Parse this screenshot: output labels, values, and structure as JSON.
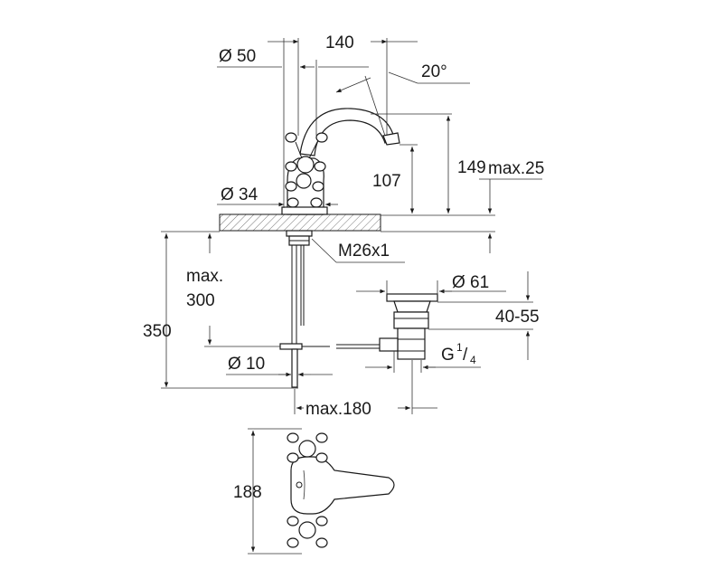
{
  "dimensions": {
    "d50": "Ø 50",
    "w140": "140",
    "angle20": "20°",
    "h149": "149",
    "h107": "107",
    "max25": "max.25",
    "d34": "Ø 34",
    "thread": "M26x1",
    "max300_line1": "max.",
    "max300_line2": "300",
    "h350": "350",
    "d61": "Ø 61",
    "r4055": "40-55",
    "d10": "Ø 10",
    "g_main": "G ",
    "g_num": "1",
    "g_slash": "/",
    "g_den": "4",
    "max180": "max.180",
    "h188": "188"
  }
}
